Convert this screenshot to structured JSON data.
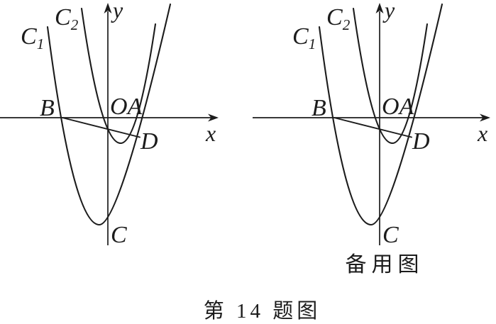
{
  "figure": {
    "caption": "第 14 题图",
    "backup_label": "备用图",
    "labels": {
      "curve1_main": "C",
      "curve1_sub": "1",
      "curve2_main": "C",
      "curve2_sub": "2",
      "x_axis": "x",
      "y_axis": "y",
      "point_B": "B",
      "point_O": "O",
      "point_A": "A",
      "point_D": "D",
      "point_C": "C"
    },
    "colors": {
      "ink": "#1c1c1c",
      "background": "#ffffff"
    }
  }
}
